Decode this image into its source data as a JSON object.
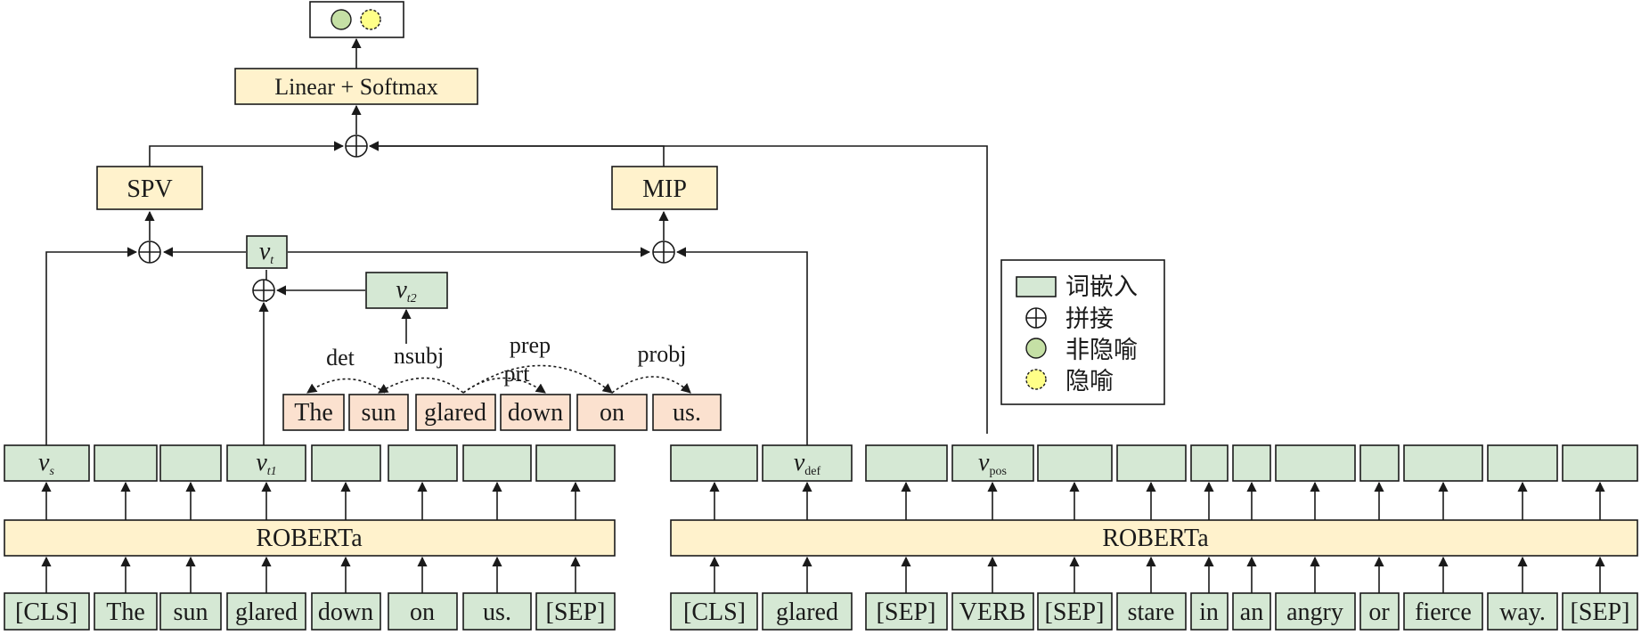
{
  "left": {
    "tokens": [
      "[CLS]",
      "The",
      "sun",
      "glared",
      "down",
      "on",
      "us.",
      "[SEP]"
    ],
    "encoder": "ROBERTa",
    "emb_labels": {
      "vs": "s",
      "vt1": "t1"
    }
  },
  "right": {
    "tokens": [
      "[CLS]",
      "glared",
      "[SEP]",
      "VERB",
      "[SEP]",
      "stare",
      "in",
      "an",
      "angry",
      "or",
      "fierce",
      "way.",
      "[SEP]"
    ],
    "encoder": "ROBERTa",
    "emb_labels": {
      "vdef": "def",
      "vpos": "pos"
    }
  },
  "v_letter": "v",
  "vt_sub": "t",
  "vt2_sub": "t2",
  "dep": {
    "words": [
      "The",
      "sun",
      "glared",
      "down",
      "on",
      "us."
    ],
    "labels": {
      "det": "det",
      "nsubj": "nsubj",
      "prep": "prep",
      "prt": "prt",
      "probj": "probj"
    }
  },
  "modules": {
    "spv": "SPV",
    "mip": "MIP",
    "classifier": "Linear + Softmax"
  },
  "legend": {
    "embedding": "词嵌入",
    "concat": "拼接",
    "non_metaphor": "非隐喻",
    "metaphor": "隐喻"
  },
  "colors": {
    "embedding_fill": "#d5e8d4",
    "encoder_fill": "#fff2cc",
    "dep_fill": "#fbe1cf",
    "non_metaphor": "#c5e0a5",
    "metaphor": "#ffff88"
  }
}
